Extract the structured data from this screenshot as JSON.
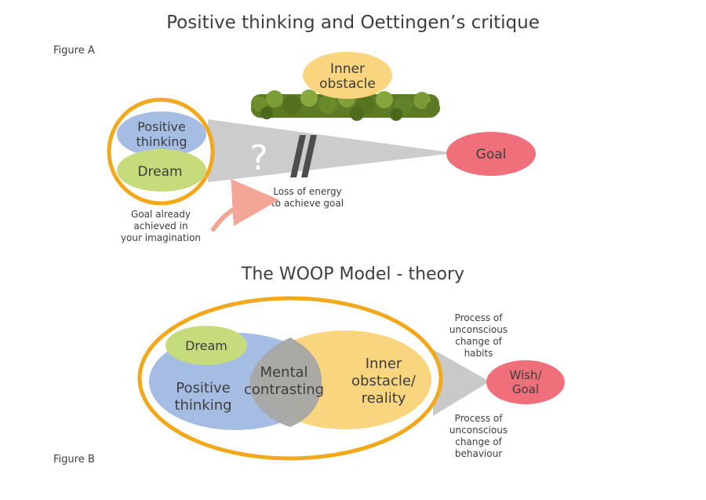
{
  "figure_a": {
    "title": "Positive thinking and Oettingen’s critique",
    "label": "Figure A",
    "positive_thinking": [
      "Positive",
      "thinking"
    ],
    "dream": "Dream",
    "inner_obstacle": [
      "Inner",
      "obstacle"
    ],
    "question_mark": "?",
    "goal": "Goal",
    "loss_of_energy": [
      "Loss of energy",
      "to achieve goal"
    ],
    "goal_achieved_note": [
      "Goal already",
      "achieved in",
      "your imagination"
    ]
  },
  "figure_b": {
    "title": "The WOOP Model - theory",
    "label": "Figure B",
    "dream": "Dream",
    "positive_thinking": [
      "Positive",
      "thinking"
    ],
    "mental_contrasting": [
      "Mental",
      "contrasting"
    ],
    "inner_obstacle": [
      "Inner",
      "obstacle/",
      "reality"
    ],
    "wish_goal": [
      "Wish/",
      "Goal"
    ],
    "process_habits": [
      "Process of",
      "unconscious",
      "change of",
      "habits"
    ],
    "process_behaviour": [
      "Process of",
      "unconscious",
      "change of",
      "behaviour"
    ]
  },
  "colors": {
    "blue": "#a6bde3",
    "green": "#c6dc7c",
    "orange_ring": "#f2a81d",
    "yellow": "#f8d57e",
    "red": "#ef6f7a",
    "gray": "#c4c4c4",
    "arrow": "#f3a596"
  }
}
